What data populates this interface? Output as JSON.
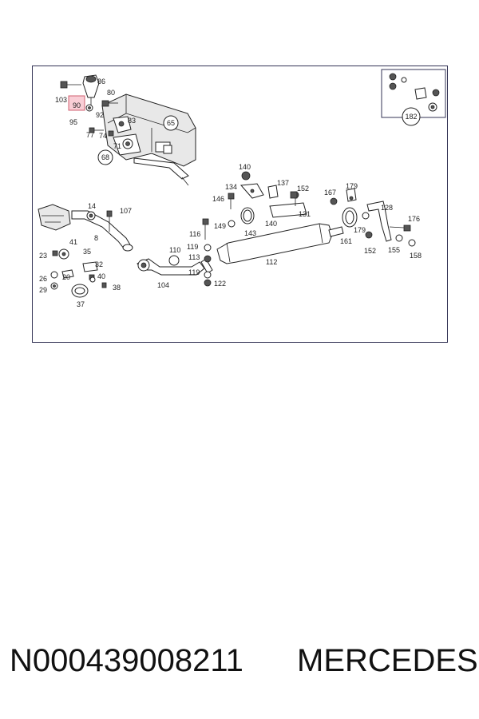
{
  "caption": {
    "part_number": "N000439008211",
    "brand": "MERCEDES"
  },
  "diagram": {
    "highlight_color": "#f4a6b4",
    "highlighted_callout": "90",
    "callouts": [
      "86",
      "103",
      "80",
      "90",
      "92",
      "95",
      "83",
      "65",
      "77",
      "74",
      "71",
      "68",
      "182",
      "140",
      "134",
      "137",
      "146",
      "152",
      "167",
      "179",
      "14",
      "107",
      "131",
      "149",
      "143",
      "128",
      "176",
      "116",
      "41",
      "8",
      "119",
      "113",
      "110",
      "112",
      "161",
      "155",
      "158",
      "23",
      "35",
      "32",
      "26",
      "20",
      "40",
      "29",
      "38",
      "37",
      "104",
      "122"
    ]
  }
}
